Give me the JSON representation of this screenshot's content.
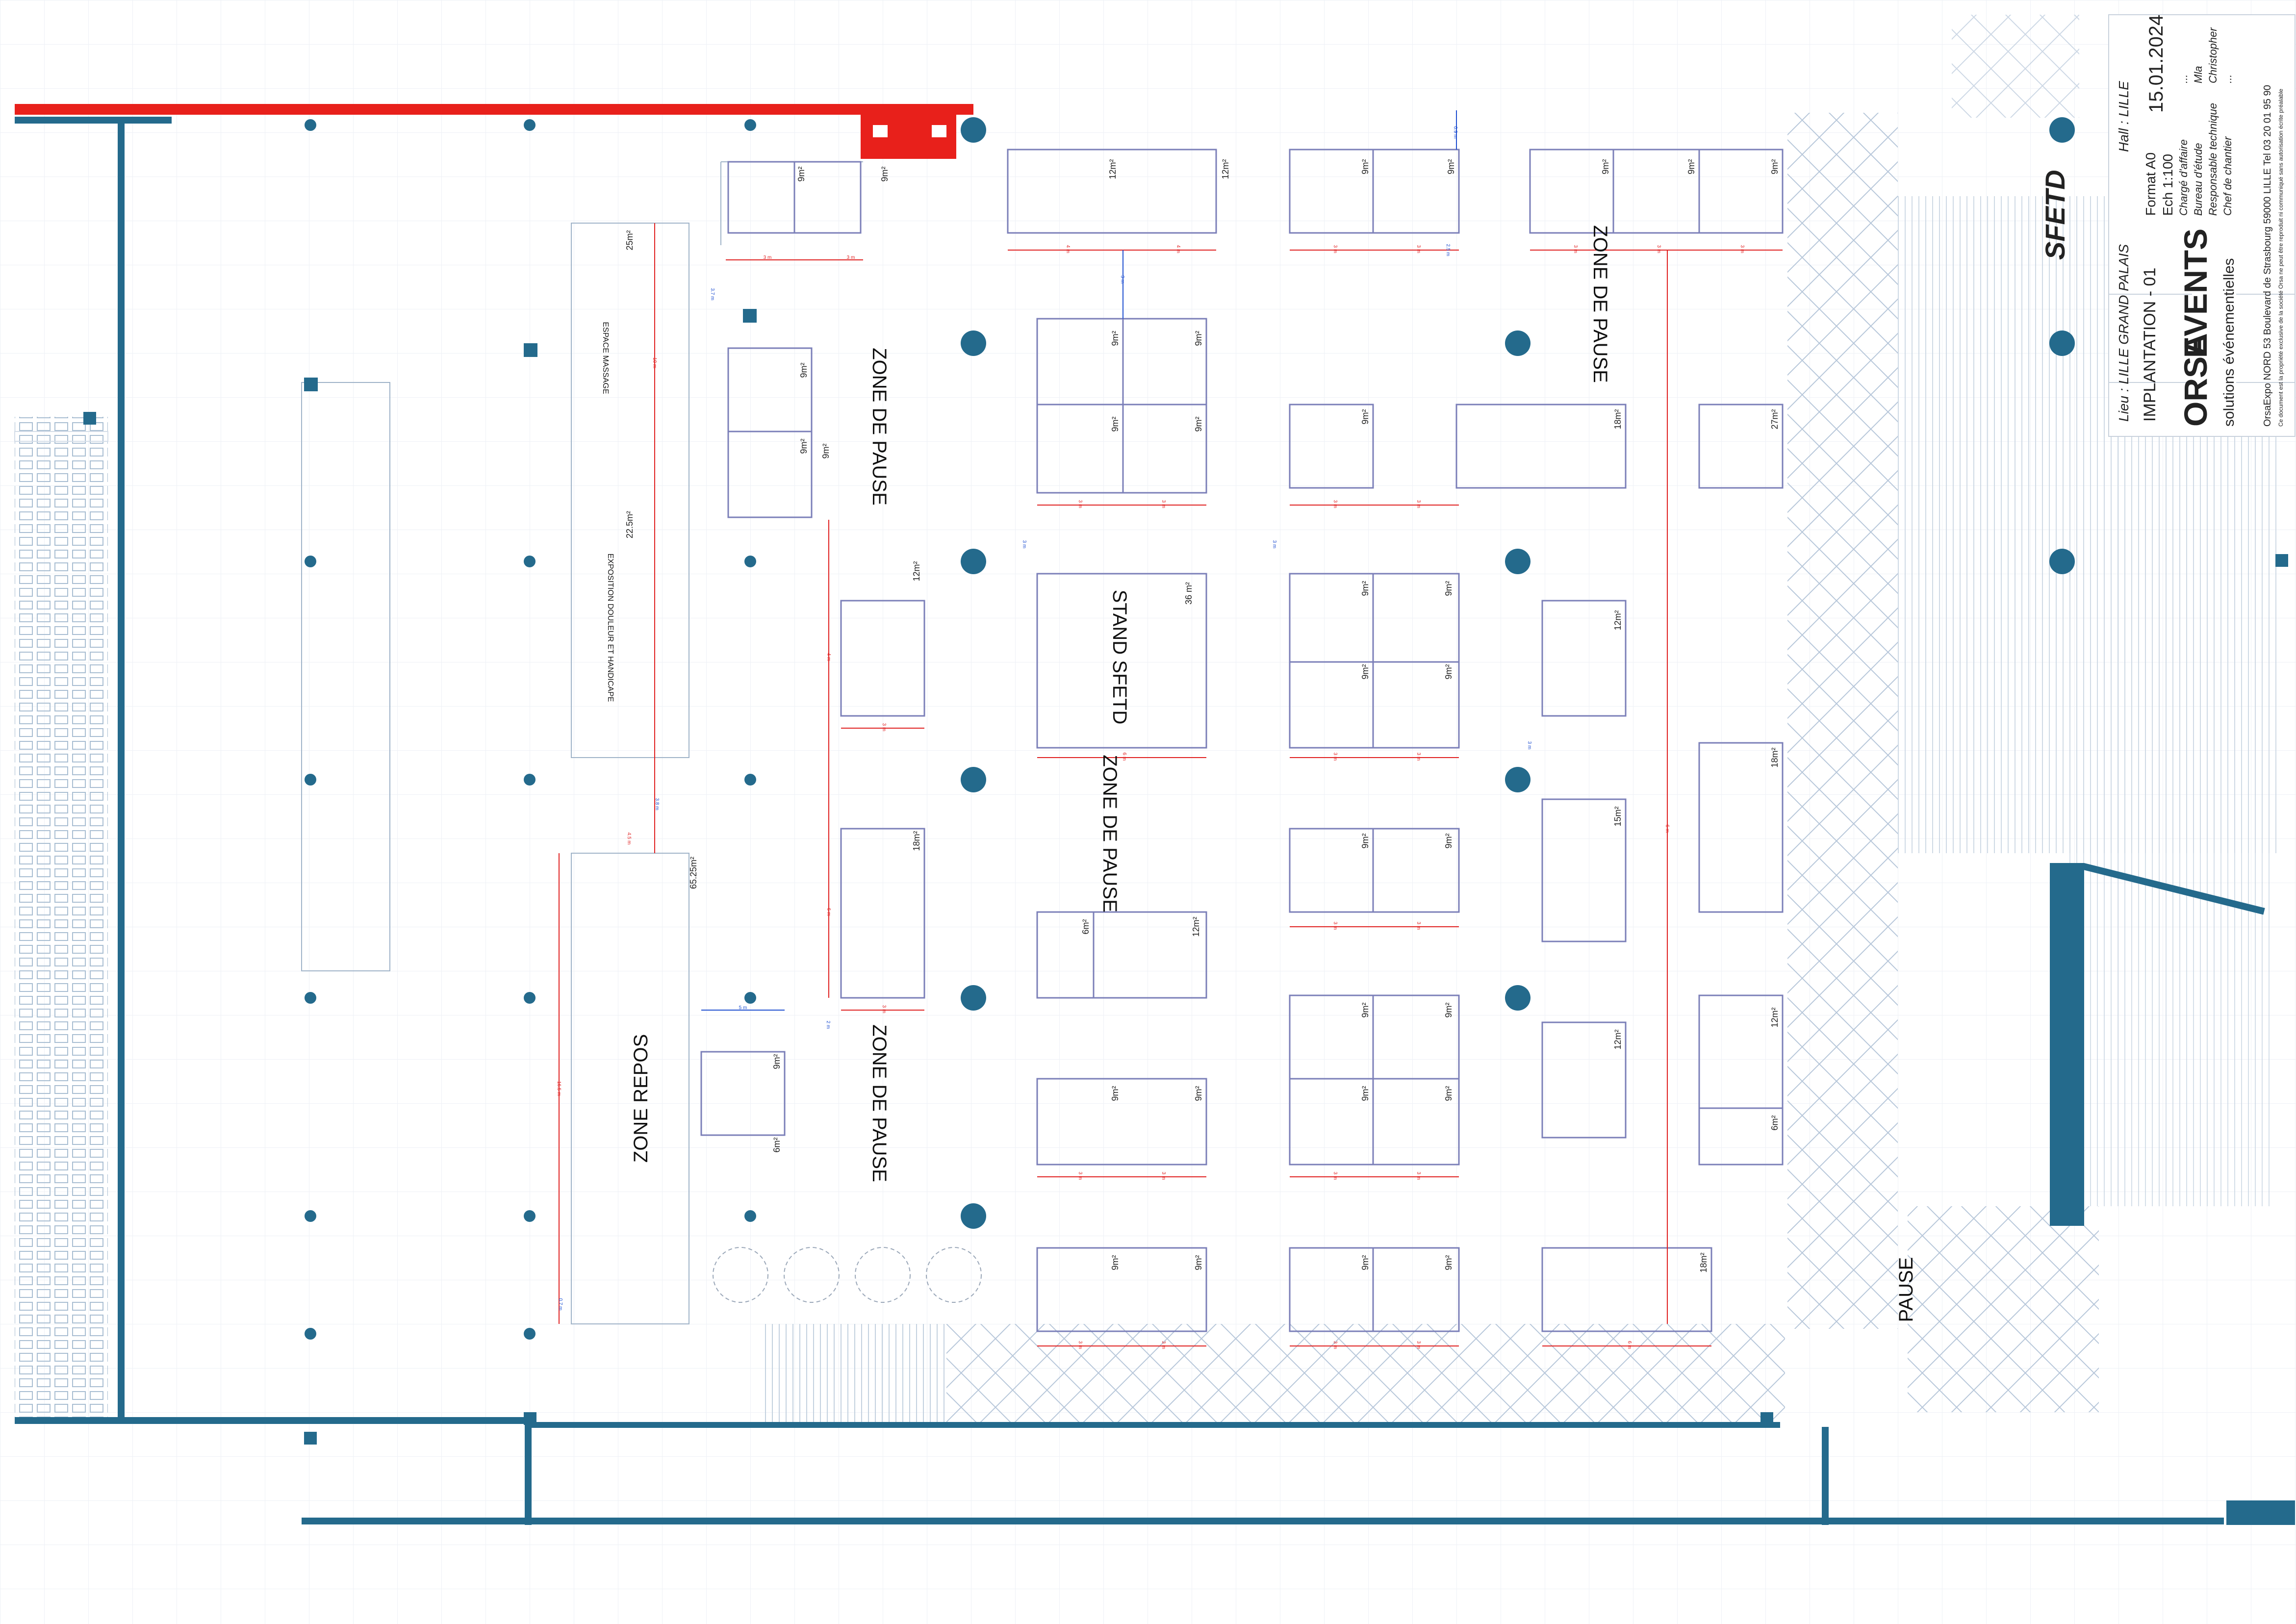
{
  "title_block": {
    "brand_part1": "ORSA",
    "brand_part2": "EVENTS",
    "brand_tagline": "solutions événementielles",
    "project": "SFETD",
    "venue": "Lieu : LILLE GRAND PALAIS",
    "hall": "Hall : LILLE",
    "drawing": "IMPLANTATION - 01",
    "format": "Format A0",
    "scale": "Ech 1:100",
    "date": "15.01.2024",
    "roles": [
      "Chargé d'affaire",
      "Bureau d'étude",
      "Responsable technique",
      "Chef de chantier"
    ],
    "role_values": [
      "...",
      "Mla",
      "Christopher",
      "..."
    ],
    "address": "OrsaExpo NORD   53 Boulevard de Strasbourg 59000 LILLE   Tel 03 20 01 95 90",
    "disclaimer": "Ce document est la propriété exclusive de la société Orsa ne peut être reproduit ni communiqué sans autorisation écrite préalable"
  },
  "zones": {
    "pause1": "ZONE DE PAUSE",
    "pause2": "ZONE DE PAUSE",
    "pause3": "ZONE DE PAUSE",
    "pause4": "ZONE DE PAUSE",
    "repos": "ZONE REPOS",
    "stand_sfetd": "STAND SFETD",
    "pause_room": "PAUSE",
    "massage": "ESPACE MASSAGE",
    "exposition": "EXPOSITION DOULEUR ET HANDICAPE"
  },
  "areas": {
    "massage": "25m²",
    "exposition": "22.5m²",
    "repos": "65.25m²",
    "sfetd": "36 m²",
    "s9": "9m²",
    "s12": "12m²",
    "s18": "18m²",
    "s15": "15m²",
    "s27": "27m²",
    "s6": "6m²"
  },
  "dims": {
    "d3": "3 m",
    "d2": "2 m",
    "d4": "4 m",
    "d6": "6 m",
    "d5": "5 m",
    "d10": "10 m",
    "d165": "16.5 m",
    "d37": "3.7 m",
    "d25": "2.5 m",
    "d09": "0.9 m",
    "d38": "3.8 m",
    "d45": "4.5 m",
    "d07": "0.7 m"
  }
}
